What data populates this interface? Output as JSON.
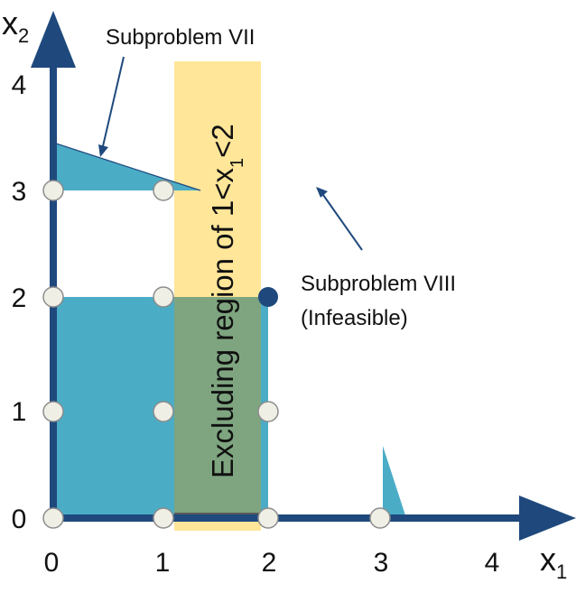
{
  "axes": {
    "x_label": "x",
    "x_sub": "1",
    "y_label": "x",
    "y_sub": "2",
    "x_ticks": [
      "0",
      "1",
      "2",
      "3",
      "4"
    ],
    "y_ticks": [
      "0",
      "1",
      "2",
      "3",
      "4"
    ]
  },
  "annotations": {
    "sub7": "Subproblem VII",
    "sub8_line1": "Subproblem VIII",
    "sub8_line2": "(Infeasible)",
    "excl_main": "Excluding region of 1<x",
    "excl_sub": "1",
    "excl_end": "<2"
  },
  "colors": {
    "axis": "#1f497d",
    "region": "#4bacc6",
    "exclusion": "#ffe699",
    "overlap": "#7ea57f",
    "point_fill": "#efefe6",
    "point_stroke": "#8c8c8c",
    "highlight": "#1f497d"
  }
}
